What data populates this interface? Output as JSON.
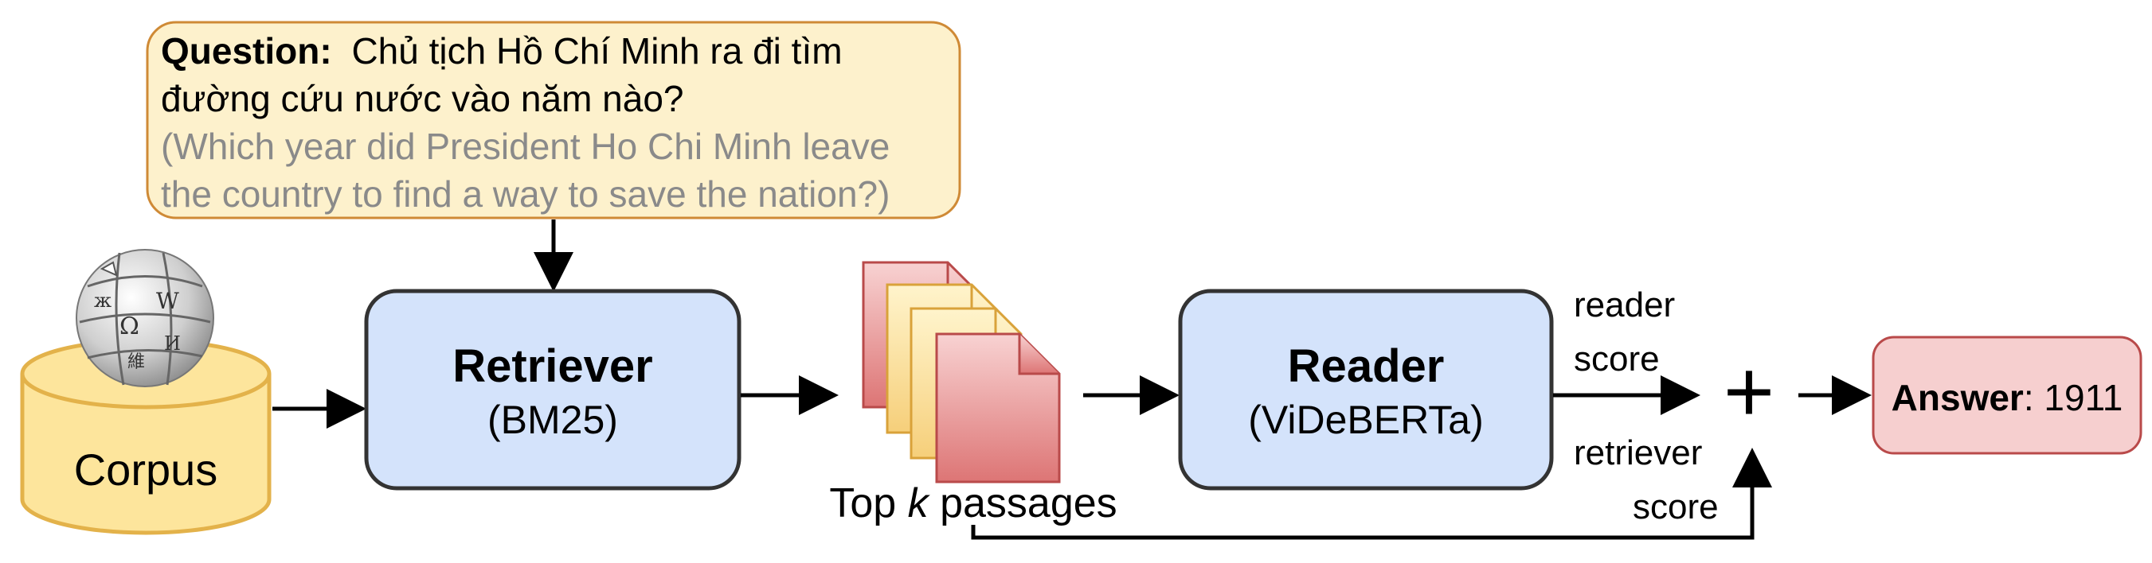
{
  "question": {
    "label": "Question:",
    "line1": "Chủ tịch Hồ Chí Minh ra đi tìm",
    "line2": "đường cứu nước vào năm nào?",
    "translation_line1": "(Which year did President Ho Chi Minh leave",
    "translation_line2": "the country to find a way to save the nation?)"
  },
  "corpus": {
    "label": "Corpus"
  },
  "retriever": {
    "title": "Retriever",
    "subtitle": "(BM25)"
  },
  "passages": {
    "label_pre": "Top ",
    "label_k": "k",
    "label_post": " passages"
  },
  "reader": {
    "title": "Reader",
    "subtitle": "(ViDeBERTa)"
  },
  "scores": {
    "reader_line1": "reader",
    "reader_line2": "score",
    "retriever_line1": "retriever",
    "retriever_line2": "score",
    "combine_symbol": "+"
  },
  "answer": {
    "label": "Answer",
    "value": ": 1911"
  },
  "icons": {
    "corpus_logo": "wikipedia-globe-icon"
  },
  "colors": {
    "question_fill": "#fdf1cc",
    "question_stroke": "#cf8a36",
    "module_fill": "#d4e3fb",
    "module_stroke": "#333333",
    "corpus_fill": "#fde59c",
    "corpus_stroke": "#e3b24a",
    "answer_fill": "#f6cfcf",
    "answer_stroke": "#b94a4a"
  }
}
